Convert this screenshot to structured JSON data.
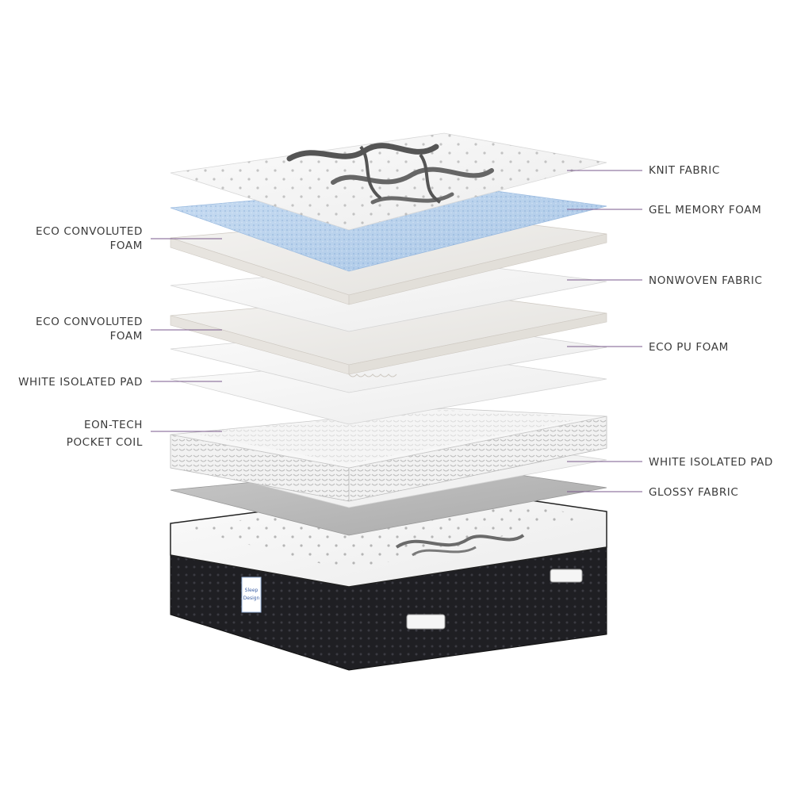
{
  "labels": {
    "knit_fabric": "KNIT FABRIC",
    "gel_memory_foam": "GEL MEMORY FOAM",
    "nonwoven_fabric": "NONWOVEN FABRIC",
    "eco_pu_foam": "ECO PU FOAM",
    "white_isolated_pad_right": "WHITE ISOLATED PAD",
    "glossy_fabric": "GLOSSY FABRIC",
    "eco_convoluted_foam_1": [
      "ECO CONVOLUTED",
      "FOAM"
    ],
    "eco_convoluted_foam_2": [
      "ECO CONVOLUTED",
      "FOAM"
    ],
    "white_isolated_pad_left": "WHITE ISOLATED PAD",
    "eon_tech_pocket_coil": [
      "EON-TECH",
      "POCKET COIL"
    ]
  },
  "brand_tag": [
    "Sleep",
    "Design"
  ],
  "colors": {
    "leader_line": "#7a5a8c",
    "label_text": "#3a3a3a",
    "gel_foam": "#b9d3ee",
    "mattress_base": "#1e1e22",
    "glossy_fabric": "#bdbdbd"
  }
}
